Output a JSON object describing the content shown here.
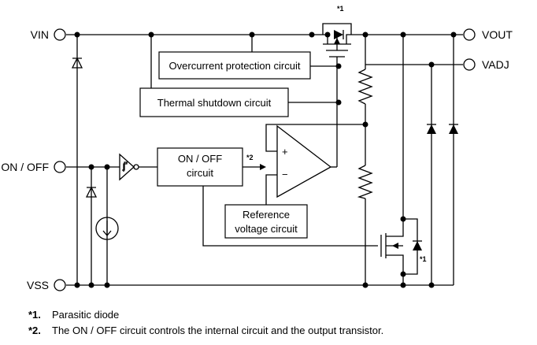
{
  "pins": {
    "vin": "VIN",
    "vout": "VOUT",
    "vadj": "VADJ",
    "on_off": "ON / OFF",
    "vss": "VSS"
  },
  "blocks": {
    "overcurrent": "Overcurrent protection circuit",
    "thermal": "Thermal shutdown circuit",
    "on_off_line1": "ON / OFF",
    "on_off_line2": "circuit",
    "reference_line1": "Reference",
    "reference_line2": "voltage circuit"
  },
  "marks": {
    "m1_top": "*1",
    "m1_bottom": "*1",
    "m2": "*2",
    "plus": "+",
    "minus": "−"
  },
  "notes": [
    {
      "mark": "*1.",
      "text": "Parasitic diode"
    },
    {
      "mark": "*2.",
      "text": "The ON / OFF circuit controls the internal circuit and the output transistor."
    }
  ]
}
